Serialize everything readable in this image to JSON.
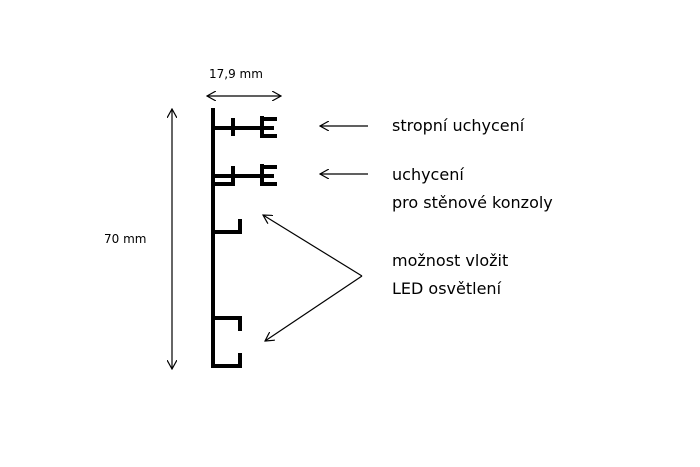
{
  "dimensions": {
    "width_label": "17,9 mm",
    "height_label": "70 mm"
  },
  "callouts": {
    "ceiling_mount": "stropní uchycení",
    "wall_mount_line1": "uchycení",
    "wall_mount_line2": "pro stěnové konzoly",
    "led_line1": "možnost vložit",
    "led_line2": "LED osvětlení"
  },
  "colors": {
    "stroke": "#000000",
    "background": "#ffffff"
  }
}
